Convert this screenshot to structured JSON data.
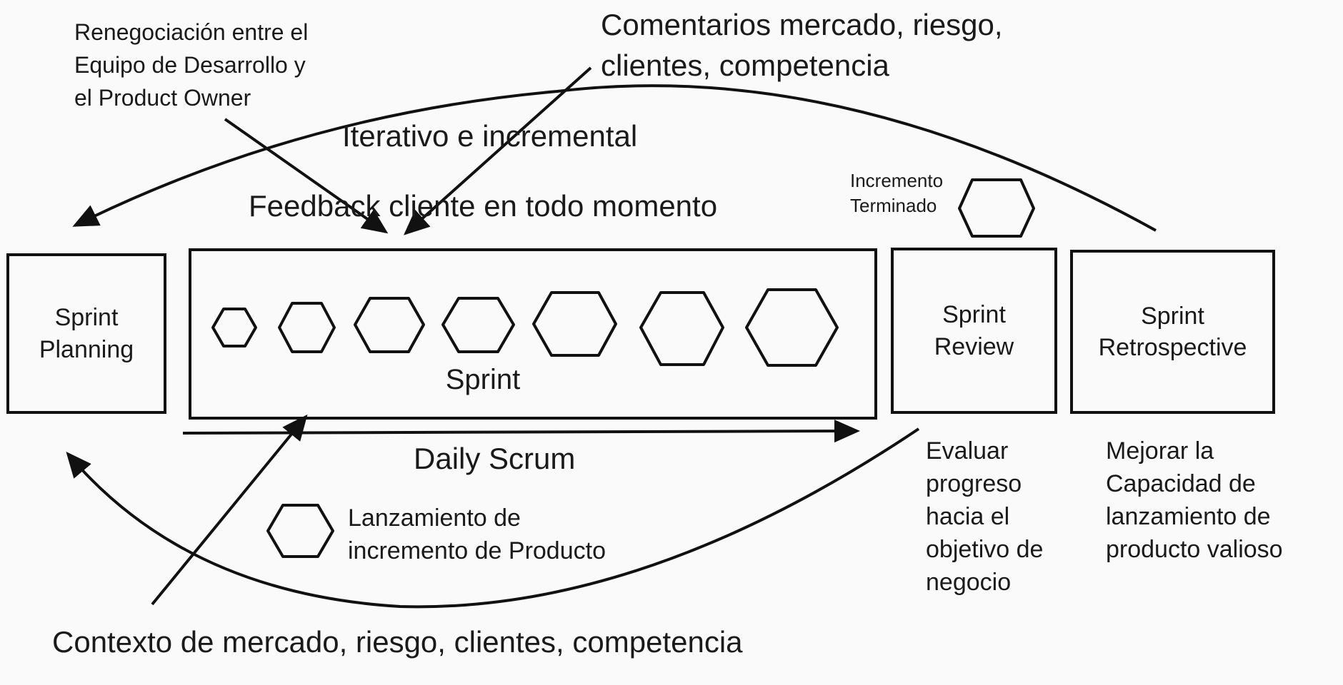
{
  "annotations": {
    "renegotiation": "Renegociación entre el\nEquipo de Desarrollo y\nel Product Owner",
    "market_comments": "Comentarios mercado, riesgo,\nclientes, competencia",
    "iterative": "Iterativo e incremental",
    "feedback": "Feedback cliente en todo momento",
    "increment_done": "Incremento\nTerminado",
    "daily_scrum": "Daily Scrum",
    "release": "Lanzamiento de\nincremento de Producto",
    "evaluate": "Evaluar\nprogreso\nhacia el\nobjetivo de\nnegocio",
    "improve": "Mejorar la\nCapacidad de\nlanzamiento de\nproducto valioso",
    "context": "Contexto de mercado, riesgo, clientes, competencia"
  },
  "boxes": {
    "planning": "Sprint\nPlanning",
    "sprint": "Sprint",
    "review": "Sprint\nReview",
    "retrospective": "Sprint\nRetrospective"
  }
}
